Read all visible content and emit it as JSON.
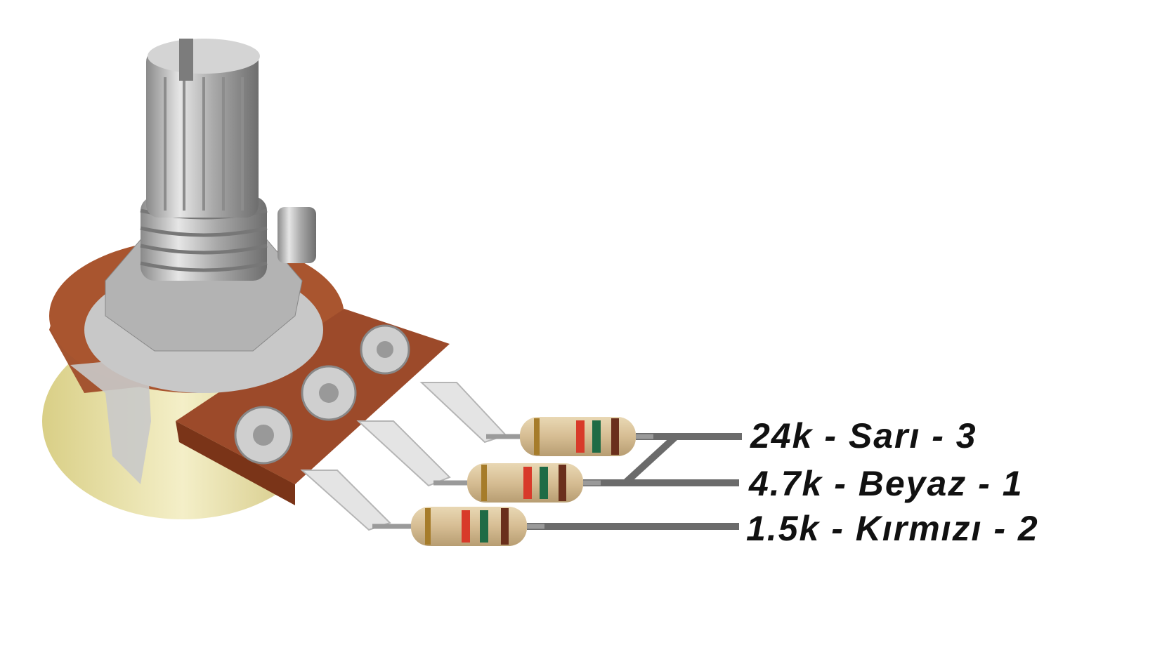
{
  "labels": [
    {
      "text": "24k - Sarı - 3",
      "value": "24k",
      "color_name": "Sarı",
      "pin": "3"
    },
    {
      "text": "4.7k - Beyaz - 1",
      "value": "4.7k",
      "color_name": "Beyaz",
      "pin": "1"
    },
    {
      "text": "1.5k - Kırmızı - 2",
      "value": "1.5k",
      "color_name": "Kırmızı",
      "pin": "2"
    }
  ],
  "colors": {
    "wire": "#6b6b6b",
    "resistor_body": "#d9c29a",
    "band_red": "#d83a2a",
    "band_green": "#1f6b45",
    "band_brown": "#6a2f1c",
    "band_gold": "#a67c2a",
    "pcb": "#9c4a2a",
    "metal": "#bdbdbd",
    "base": "#e8e1a8"
  }
}
